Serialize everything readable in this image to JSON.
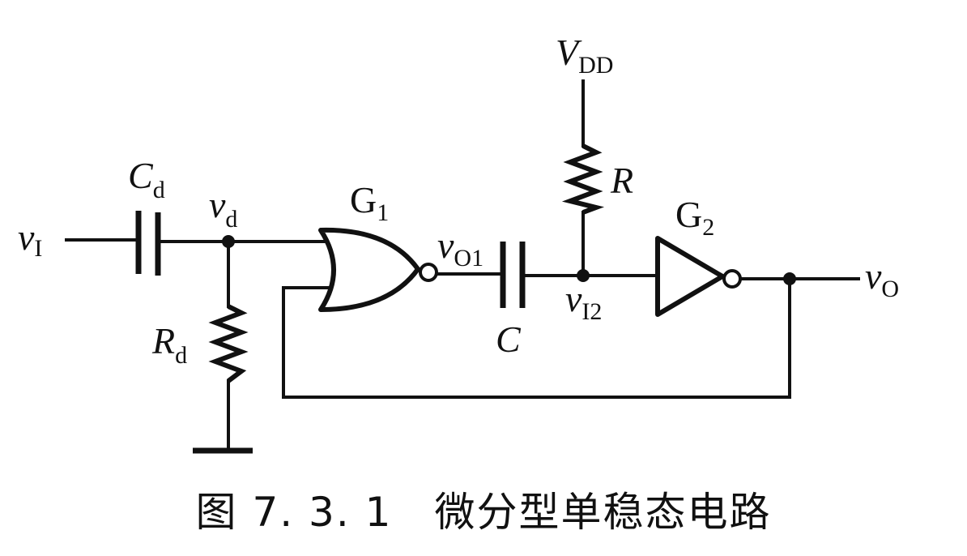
{
  "labels": {
    "vI": {
      "main": "v",
      "sub": "I"
    },
    "Cd": {
      "main": "C",
      "sub": "d"
    },
    "vd": {
      "main": "v",
      "sub": "d"
    },
    "Rd": {
      "main": "R",
      "sub": "d"
    },
    "G1": {
      "main": "G",
      "sub": "1"
    },
    "vO1": {
      "main": "v",
      "sub": "O1"
    },
    "C": {
      "main": "C"
    },
    "VDD": {
      "main": "V",
      "sub": "DD"
    },
    "R": {
      "main": "R"
    },
    "vI2": {
      "main": "v",
      "sub": "I2"
    },
    "G2": {
      "main": "G",
      "sub": "2"
    },
    "vO": {
      "main": "v",
      "sub": "O"
    }
  },
  "caption": "图 7. 3. 1　微分型单稳态电路"
}
